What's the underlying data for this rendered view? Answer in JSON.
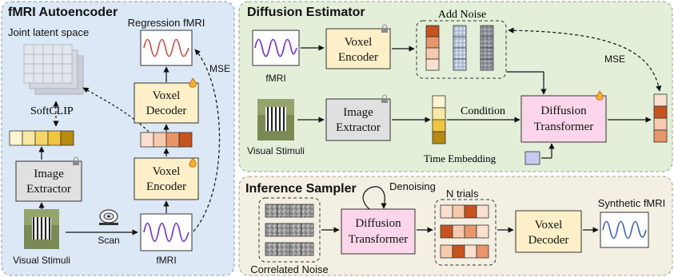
{
  "panels": {
    "autoencoder": {
      "title": "fMRI Autoencoder",
      "joint_latent": "Joint latent space",
      "regression": "Regression fMRI",
      "softclip": "SoftCLIP",
      "mse": "MSE",
      "voxel_decoder": [
        "Voxel",
        "Decoder"
      ],
      "voxel_encoder": [
        "Voxel",
        "Encoder"
      ],
      "image_extractor": [
        "Image",
        "Extractor"
      ],
      "scan": "Scan",
      "visual_stimuli": "Visual Stimuli",
      "fmri": "fMRI"
    },
    "diffusion": {
      "title": "Diffusion Estimator",
      "add_noise": "Add Noise",
      "fmri": "fMRI",
      "voxel_encoder": [
        "Voxel",
        "Encoder"
      ],
      "mse": "MSE",
      "image_extractor": [
        "Image",
        "Extractor"
      ],
      "visual_stimuli": "Visual Stimuli",
      "condition": "Condition",
      "transformer": [
        "Diffusion",
        "Transformer"
      ],
      "time_embedding": "Time Embedding"
    },
    "inference": {
      "title": "Inference Sampler",
      "denoising": "Denoising",
      "n_trials": "N trials",
      "transformer": [
        "Diffusion",
        "Transformer"
      ],
      "voxel_decoder": [
        "Voxel",
        "Decoder"
      ],
      "synthetic": "Synthetic fMRI",
      "correlated_noise": "Correlated Noise"
    }
  },
  "colors": {
    "panel_blue": "#dce8f5",
    "panel_green": "#e3efd9",
    "panel_beige": "#f3efe2",
    "box_yellow": "#fdf0c8",
    "box_gray": "#e0e0e0",
    "box_pink": "#fbd6ea",
    "orange_dark": "#c7531f",
    "orange_mid": "#e8956a",
    "orange_light": "#f7c9ad",
    "gold_dark": "#b88a10",
    "gold_mid": "#f0c640",
    "gold_light": "#fbe7a4",
    "signal_purple": "#7b3fc4",
    "signal_red": "#c94a3b",
    "signal_blue": "#3b5fa8"
  },
  "icons": [
    "lock-icon",
    "flame-icon",
    "scanner-icon",
    "zebra-image",
    "signal-wave"
  ]
}
